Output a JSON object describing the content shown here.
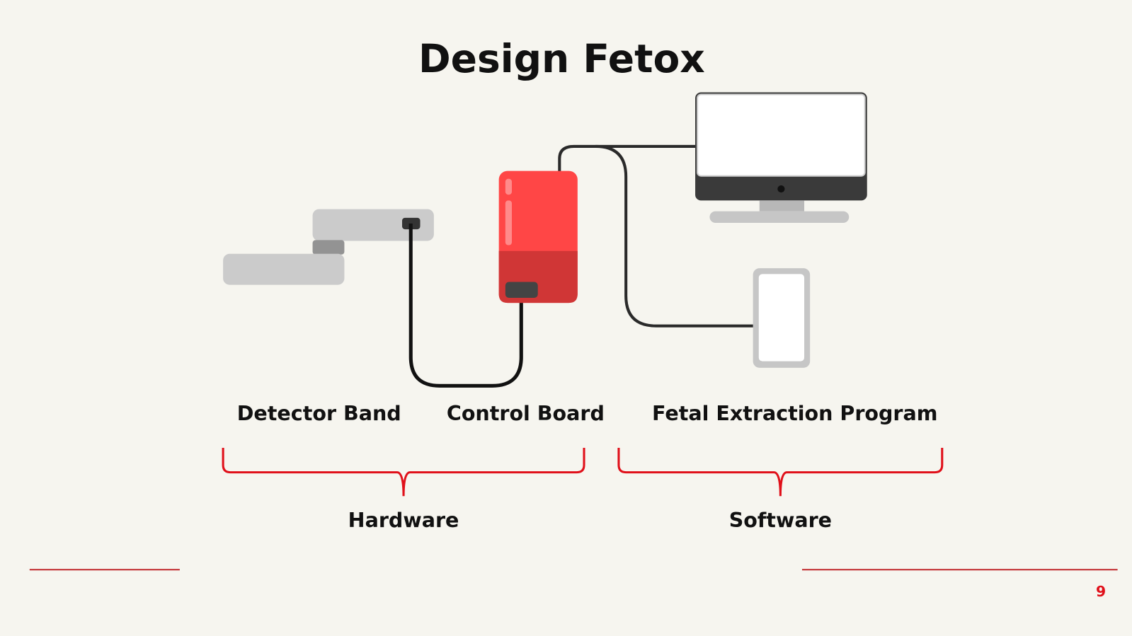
{
  "title": "Design Fetox",
  "components": {
    "detector_band": "Detector Band",
    "control_board": "Control Board",
    "program": "Fetal Extraction Program"
  },
  "groups": {
    "hardware": "Hardware",
    "software": "Software"
  },
  "page_number": "9",
  "colors": {
    "background": "#f6f5ef",
    "accent": "#e0101a",
    "board_red": "#ff4646",
    "board_dark_red": "#d03636",
    "band_gray": "#cbcbcb"
  }
}
